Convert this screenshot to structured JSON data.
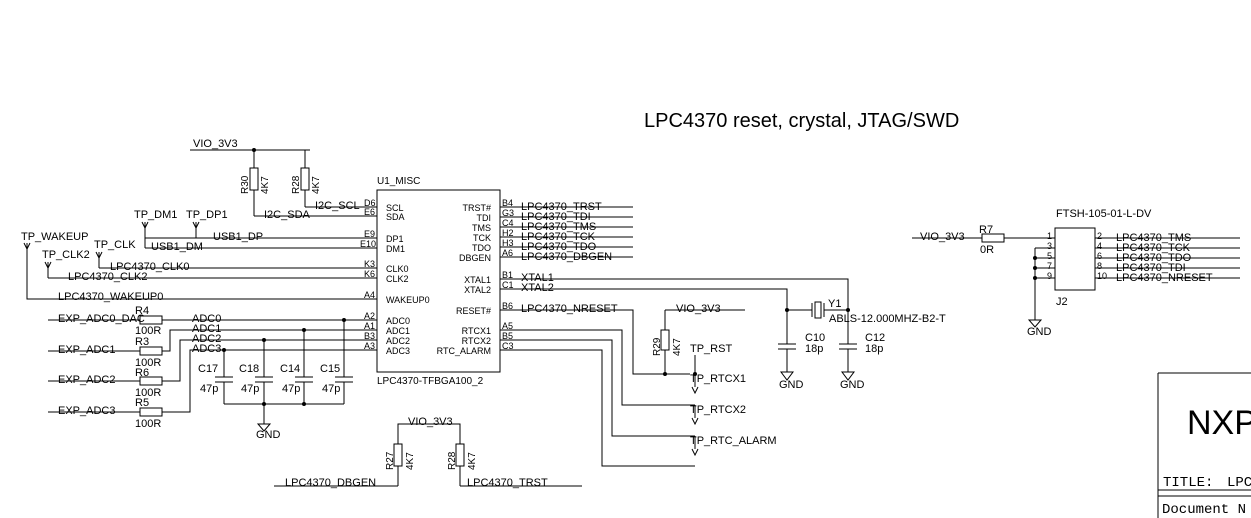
{
  "title": "LPC4370 reset, crystal, JTAG/SWD",
  "power": {
    "vio": "VIO_3V3",
    "gnd": "GND"
  },
  "u1": {
    "ref": "U1_MISC",
    "part": "LPC4370-TFBGA100_2",
    "left_pins": [
      {
        "pin": "D6",
        "name": "SCL"
      },
      {
        "pin": "E6",
        "name": "SDA"
      },
      {
        "pin": "E9",
        "name": "DP1"
      },
      {
        "pin": "E10",
        "name": "DM1"
      },
      {
        "pin": "K3",
        "name": "CLK0"
      },
      {
        "pin": "K6",
        "name": "CLK2"
      },
      {
        "pin": "A4",
        "name": "WAKEUP0"
      },
      {
        "pin": "A2",
        "name": "ADC0"
      },
      {
        "pin": "A1",
        "name": "ADC1"
      },
      {
        "pin": "B3",
        "name": "ADC2"
      },
      {
        "pin": "A3",
        "name": "ADC3"
      }
    ],
    "right_pins": [
      {
        "pin": "B4",
        "name": "TRST#",
        "net": "LPC4370_TRST"
      },
      {
        "pin": "G3",
        "name": "TDI",
        "net": "LPC4370_TDI"
      },
      {
        "pin": "C4",
        "name": "TMS",
        "net": "LPC4370_TMS"
      },
      {
        "pin": "H2",
        "name": "TCK",
        "net": "LPC4370_TCK"
      },
      {
        "pin": "H3",
        "name": "TDO",
        "net": "LPC4370_TDO"
      },
      {
        "pin": "A6",
        "name": "DBGEN",
        "net": "LPC4370_DBGEN"
      },
      {
        "pin": "B1",
        "name": "XTAL1",
        "net": "XTAL1"
      },
      {
        "pin": "C1",
        "name": "XTAL2",
        "net": "XTAL2"
      },
      {
        "pin": "B6",
        "name": "RESET#",
        "net": "LPC4370_NRESET"
      },
      {
        "pin": "A5",
        "name": "RTCX1",
        "net": ""
      },
      {
        "pin": "B5",
        "name": "RTCX2",
        "net": ""
      },
      {
        "pin": "C3",
        "name": "RTC_ALARM",
        "net": ""
      }
    ]
  },
  "nets": {
    "i2c_scl": "I2C_SCL",
    "i2c_sda": "I2C_SDA",
    "usb1_dp": "USB1_DP",
    "usb1_dm": "USB1_DM",
    "clk0": "LPC4370_CLK0",
    "clk2": "LPC4370_CLK2",
    "wakeup0": "LPC4370_WAKEUP0",
    "adc0": "ADC0",
    "adc1": "ADC1",
    "adc2": "ADC2",
    "adc3": "ADC3",
    "exp_adc0": "EXP_ADC0_DAC",
    "exp_adc1": "EXP_ADC1",
    "exp_adc2": "EXP_ADC2",
    "exp_adc3": "EXP_ADC3",
    "dbgen": "LPC4370_DBGEN",
    "trst": "LPC4370_TRST"
  },
  "test_points": {
    "dm1": "TP_DM1",
    "dp1": "TP_DP1",
    "wakeup": "TP_WAKEUP",
    "clk": "TP_CLK",
    "clk2": "TP_CLK2",
    "rst": "TP_RST",
    "rtcx1": "TP_RTCX1",
    "rtcx2": "TP_RTCX2",
    "rtc_alarm": "TP_RTC_ALARM"
  },
  "resistors": {
    "r30": {
      "ref": "R30",
      "value": "4K7"
    },
    "r28a": {
      "ref": "R28",
      "value": "4K7"
    },
    "r27": {
      "ref": "R27",
      "value": "4K7"
    },
    "r28b": {
      "ref": "R28",
      "value": "4K7"
    },
    "r29": {
      "ref": "R29",
      "value": "4K7"
    },
    "r4": {
      "ref": "R4",
      "value": "100R"
    },
    "r3": {
      "ref": "R3",
      "value": "100R"
    },
    "r6": {
      "ref": "R6",
      "value": "100R"
    },
    "r5": {
      "ref": "R5",
      "value": "100R"
    },
    "r7": {
      "ref": "R7",
      "value": "0R"
    }
  },
  "capacitors": {
    "c17": {
      "ref": "C17",
      "value": "47p"
    },
    "c18": {
      "ref": "C18",
      "value": "47p"
    },
    "c14": {
      "ref": "C14",
      "value": "47p"
    },
    "c15": {
      "ref": "C15",
      "value": "47p"
    },
    "c10": {
      "ref": "C10",
      "value": "18p"
    },
    "c12": {
      "ref": "C12",
      "value": "18p"
    }
  },
  "crystal": {
    "ref": "Y1",
    "part": "ABLS-12.000MHZ-B2-T"
  },
  "j2": {
    "ref": "J2",
    "part": "FTSH-105-01-L-DV",
    "left_pins": [
      "1",
      "3",
      "5",
      "7",
      "9"
    ],
    "right_pins": [
      {
        "pin": "2",
        "net": "LPC4370_TMS"
      },
      {
        "pin": "4",
        "net": "LPC4370_TCK"
      },
      {
        "pin": "6",
        "net": "LPC4370_TDO"
      },
      {
        "pin": "8",
        "net": "LPC4370_TDI"
      },
      {
        "pin": "10",
        "net": "LPC4370_NRESET"
      }
    ]
  },
  "title_block": {
    "company": "NXP",
    "title_label": "TITLE:",
    "title_value": "LPC",
    "docnum_label": "Document N"
  }
}
